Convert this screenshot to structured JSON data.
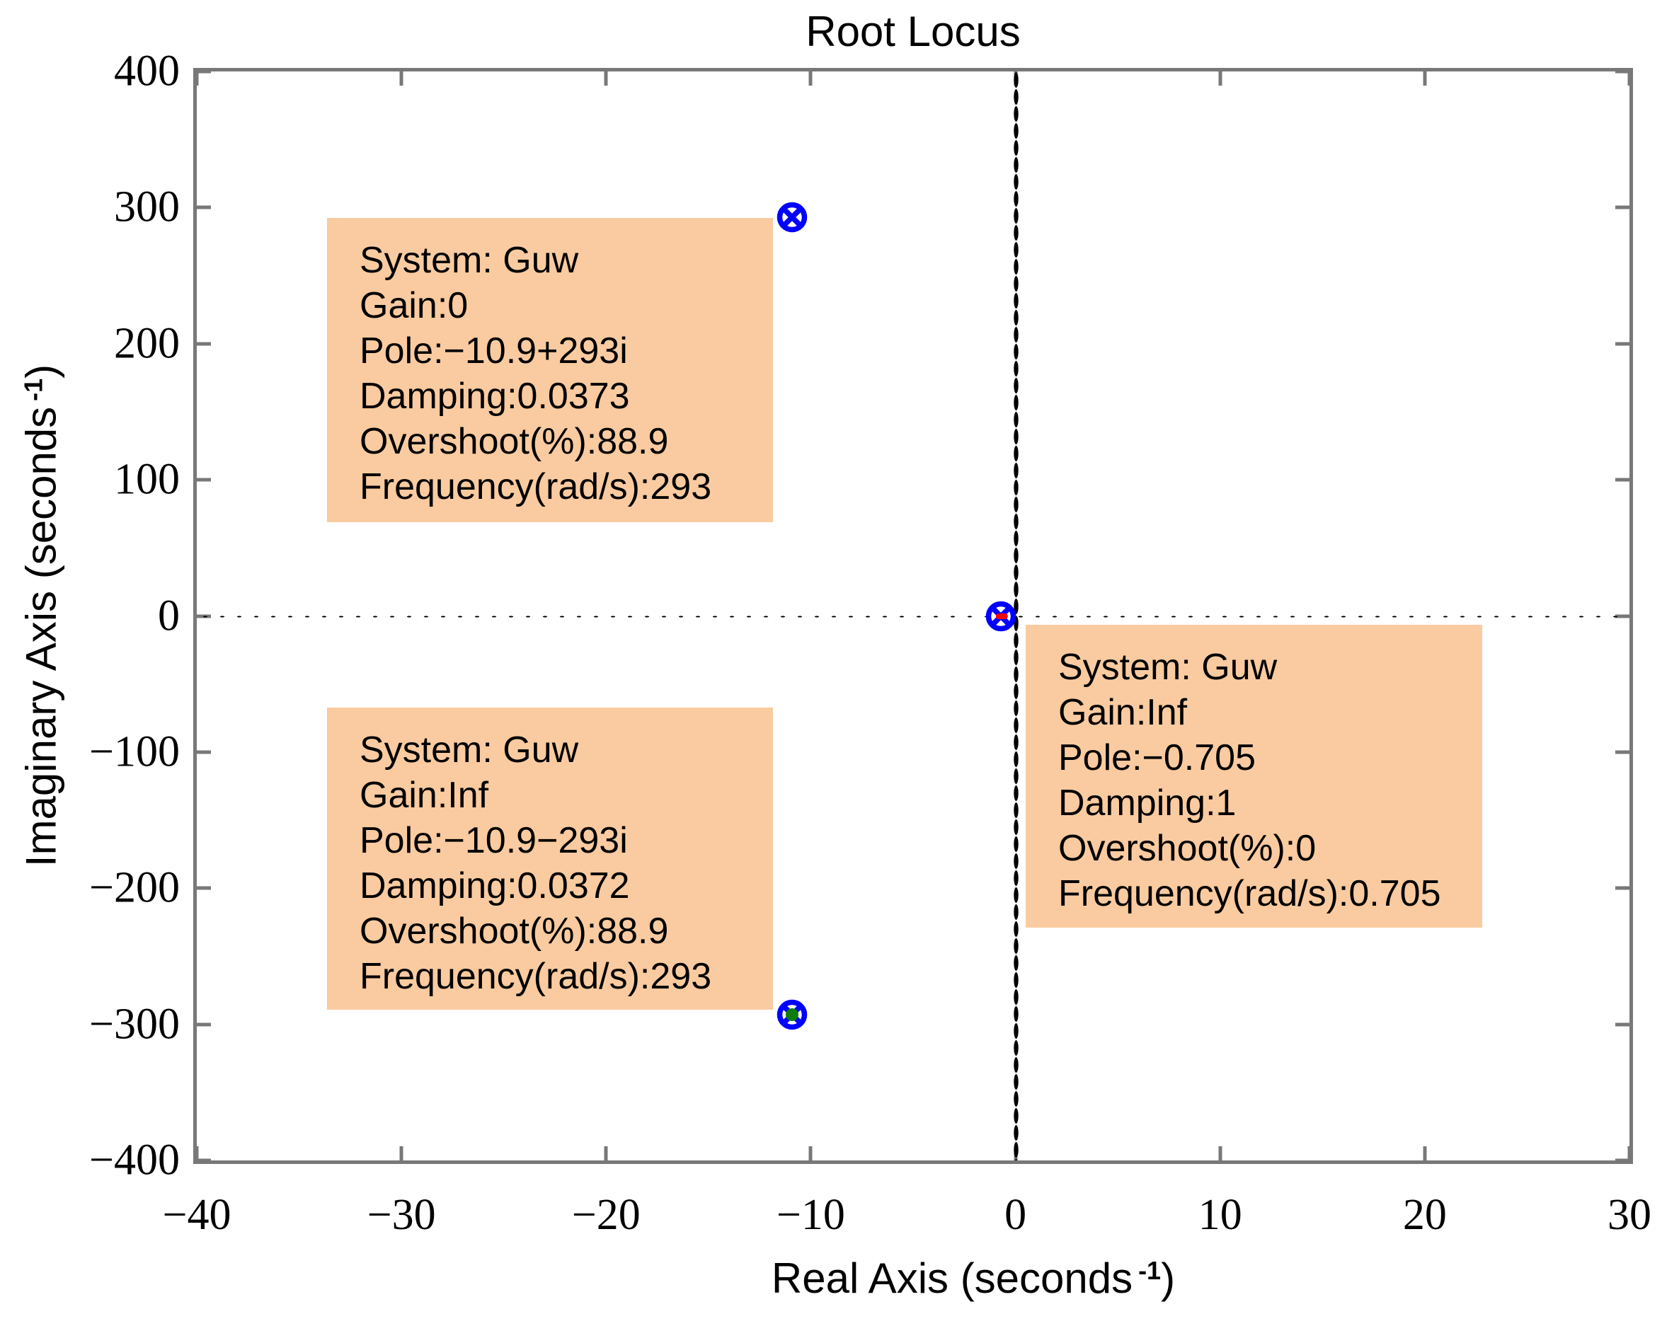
{
  "figure": {
    "title": "Root Locus"
  },
  "axes": {
    "x": {
      "label": "Real Axis (seconds",
      "label_sup": "-1",
      "label_end": ")"
    },
    "y": {
      "label": "Imaginary Axis (seconds",
      "label_sup": "-1",
      "label_end": ")"
    }
  },
  "datatips": [
    {
      "system": "System: Guw",
      "gain": "Gain:0",
      "pole": "Pole:−10.9+293i",
      "damping": "Damping:0.0373",
      "overshoot": "Overshoot(%):88.9",
      "frequency": "Frequency(rad/s):293"
    },
    {
      "system": "System: Guw",
      "gain": "Gain:Inf",
      "pole": "Pole:−10.9−293i",
      "damping": "Damping:0.0372",
      "overshoot": "Overshoot(%):88.9",
      "frequency": "Frequency(rad/s):293"
    },
    {
      "system": "System: Guw",
      "gain": "Gain:Inf",
      "pole": "Pole:−0.705",
      "damping": "Damping:1",
      "overshoot": "Overshoot(%):0",
      "frequency": "Frequency(rad/s):0.705"
    }
  ],
  "colors": {
    "marker_blue": "#0000ff",
    "locus_red": "#ff0000",
    "selected_green": "#0c7c0c",
    "datatip_bg": "#facba0",
    "axis_gray": "#787878"
  },
  "chart_data": {
    "type": "scatter",
    "title": "Root Locus",
    "xlabel": "Real Axis (seconds^-1)",
    "ylabel": "Imaginary Axis (seconds^-1)",
    "xlim": [
      -40,
      30
    ],
    "ylim": [
      -400,
      400
    ],
    "x_ticks": [
      -40,
      -30,
      -20,
      -10,
      0,
      10,
      20,
      30
    ],
    "x_tick_labels": [
      "−40",
      "−30",
      "−20",
      "−10",
      "0",
      "10",
      "20",
      "30"
    ],
    "y_ticks": [
      400,
      300,
      200,
      100,
      0,
      -100,
      -200,
      -300,
      -400
    ],
    "y_tick_labels": [
      "400",
      "300",
      "200",
      "100",
      "0",
      "−100",
      "−200",
      "−300",
      "−400"
    ],
    "grid": false,
    "legend": null,
    "reference_lines": {
      "x_zero": 0,
      "y_zero": 0,
      "style": "dotted"
    },
    "series": [
      {
        "name": "Guw poles/zeros (circle-x markers)",
        "marker": "circle-x",
        "color": "#0000ff",
        "points": [
          {
            "x": -10.9,
            "y": 293,
            "adorn": null
          },
          {
            "x": -10.9,
            "y": -293,
            "adorn": "green-dot"
          },
          {
            "x": -0.705,
            "y": 0,
            "adorn": "red-dash"
          }
        ]
      }
    ]
  }
}
